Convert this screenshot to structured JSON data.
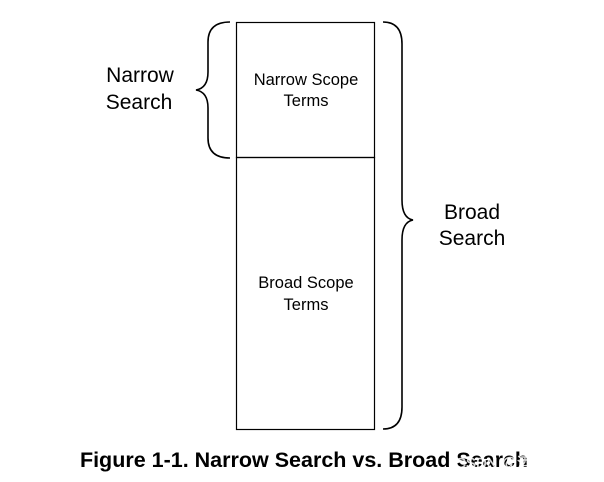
{
  "diagram": {
    "narrow_label": [
      "Narrow",
      "Search"
    ],
    "broad_label": [
      "Broad",
      "Search"
    ],
    "narrow_box_label": [
      "Narrow Scope",
      "Terms"
    ],
    "broad_box_label": [
      "Broad Scope",
      "Terms"
    ]
  },
  "caption": "Figure 1-1.  Narrow Search vs. Broad Search",
  "watermark": "CSDN @酒酿荷元宵"
}
